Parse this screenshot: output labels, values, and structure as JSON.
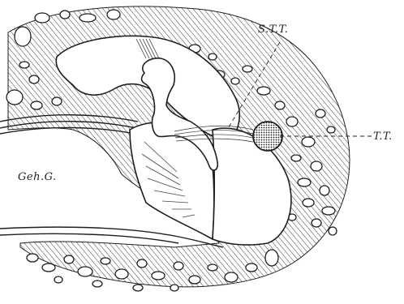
{
  "labels": {
    "stt": "S.T.T.",
    "tt": "T.T.",
    "gehg": "Geh.G."
  },
  "colors": {
    "ink": "#1e1e1e",
    "paper": "#ffffff",
    "hatch": "#3a3a3a"
  }
}
